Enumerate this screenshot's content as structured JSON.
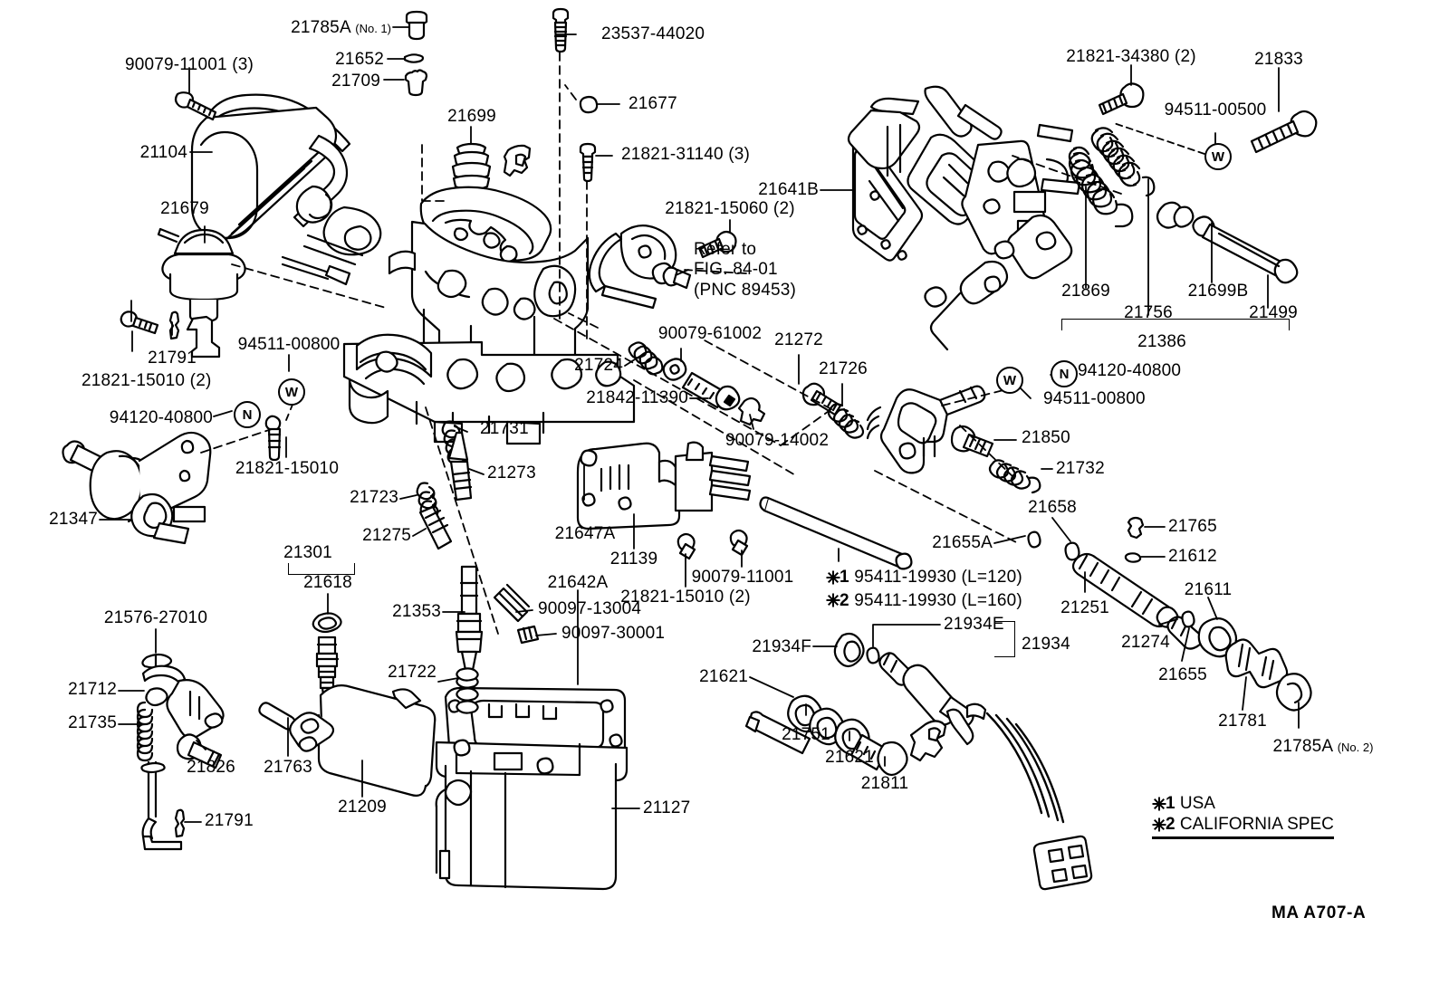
{
  "sheet": {
    "code": "MA  A707-A",
    "legend": [
      {
        "mark": "1",
        "text": "USA"
      },
      {
        "mark": "2",
        "text": "CALIFORNIA  SPEC"
      }
    ]
  },
  "notes": {
    "refer_line1": "Refer to",
    "refer_line2": "FIG. 84-01",
    "refer_line3": "(PNC 89453)",
    "hose_note_1_mark": "1",
    "hose_note_1": "95411-19930  (L=120)",
    "hose_note_2_mark": "2",
    "hose_note_2": "95411-19930  (L=160)"
  },
  "marks": {
    "w": "W",
    "n": "N"
  },
  "callouts": [
    {
      "id": "c21785A1",
      "text": "21785A",
      "suffix": "(No. 1)"
    },
    {
      "id": "c90079_11001_3",
      "text": "90079-11001 (3)"
    },
    {
      "id": "c21652",
      "text": "21652"
    },
    {
      "id": "c21709",
      "text": "21709"
    },
    {
      "id": "c23537_44020",
      "text": "23537-44020"
    },
    {
      "id": "c21677",
      "text": "21677"
    },
    {
      "id": "c21699",
      "text": "21699"
    },
    {
      "id": "c21821_31140_3",
      "text": "21821-31140 (3)"
    },
    {
      "id": "c21104",
      "text": "21104"
    },
    {
      "id": "c21679",
      "text": "21679"
    },
    {
      "id": "c21791a",
      "text": "21791"
    },
    {
      "id": "c21821_15010_2a",
      "text": "21821-15010 (2)"
    },
    {
      "id": "c94511_00800a",
      "text": "94511-00800"
    },
    {
      "id": "c94120_40800a",
      "text": "94120-40800"
    },
    {
      "id": "c21347",
      "text": "21347"
    },
    {
      "id": "c21821_15010b",
      "text": "21821-15010"
    },
    {
      "id": "c21641B",
      "text": "21641B"
    },
    {
      "id": "c21821_15060_2",
      "text": "21821-15060 (2)"
    },
    {
      "id": "c21821_34380_2",
      "text": "21821-34380 (2)"
    },
    {
      "id": "c21833",
      "text": "21833"
    },
    {
      "id": "c94511_00500",
      "text": "94511-00500"
    },
    {
      "id": "c21869",
      "text": "21869"
    },
    {
      "id": "c21756",
      "text": "21756"
    },
    {
      "id": "c21699B",
      "text": "21699B"
    },
    {
      "id": "c21499",
      "text": "21499"
    },
    {
      "id": "c21386",
      "text": "21386"
    },
    {
      "id": "c21724",
      "text": "21724"
    },
    {
      "id": "c21842_11390",
      "text": "21842-11390"
    },
    {
      "id": "c90079_61002",
      "text": "90079-61002"
    },
    {
      "id": "c90079_14002",
      "text": "90079-14002"
    },
    {
      "id": "c21272",
      "text": "21272"
    },
    {
      "id": "c21726",
      "text": "21726"
    },
    {
      "id": "c94120_40800b",
      "text": "94120-40800"
    },
    {
      "id": "c94511_00800b",
      "text": "94511-00800"
    },
    {
      "id": "c21850",
      "text": "21850"
    },
    {
      "id": "c21732",
      "text": "21732"
    },
    {
      "id": "c21731",
      "text": "21731"
    },
    {
      "id": "c21273",
      "text": "21273"
    },
    {
      "id": "c21723",
      "text": "21723"
    },
    {
      "id": "c21275",
      "text": "21275"
    },
    {
      "id": "c21647A",
      "text": "21647A"
    },
    {
      "id": "c21139",
      "text": "21139"
    },
    {
      "id": "c90079_11001b",
      "text": "90079-11001"
    },
    {
      "id": "c21821_15010_2b",
      "text": "21821-15010 (2)"
    },
    {
      "id": "c21301",
      "text": "21301"
    },
    {
      "id": "c21618",
      "text": "21618"
    },
    {
      "id": "c21353",
      "text": "21353"
    },
    {
      "id": "c90097_13004",
      "text": "90097-13004"
    },
    {
      "id": "c90097_30001",
      "text": "90097-30001"
    },
    {
      "id": "c21722",
      "text": "21722"
    },
    {
      "id": "c21642A",
      "text": "21642A"
    },
    {
      "id": "c21576_27010",
      "text": "21576-27010"
    },
    {
      "id": "c21712",
      "text": "21712"
    },
    {
      "id": "c21735",
      "text": "21735"
    },
    {
      "id": "c21826",
      "text": "21826"
    },
    {
      "id": "c21791b",
      "text": "21791"
    },
    {
      "id": "c21763",
      "text": "21763"
    },
    {
      "id": "c21209",
      "text": "21209"
    },
    {
      "id": "c21127",
      "text": "21127"
    },
    {
      "id": "c21658",
      "text": "21658"
    },
    {
      "id": "c21655A",
      "text": "21655A"
    },
    {
      "id": "c21765",
      "text": "21765"
    },
    {
      "id": "c21612",
      "text": "21612"
    },
    {
      "id": "c21251",
      "text": "21251"
    },
    {
      "id": "c21274",
      "text": "21274"
    },
    {
      "id": "c21655",
      "text": "21655"
    },
    {
      "id": "c21611",
      "text": "21611"
    },
    {
      "id": "c21781",
      "text": "21781"
    },
    {
      "id": "c21785A2",
      "text": "21785A",
      "suffix": "(No. 2)"
    },
    {
      "id": "c21934E",
      "text": "21934E"
    },
    {
      "id": "c21934",
      "text": "21934"
    },
    {
      "id": "c21934F",
      "text": "21934F"
    },
    {
      "id": "c21621a",
      "text": "21621"
    },
    {
      "id": "c21751",
      "text": "21751"
    },
    {
      "id": "c21621b",
      "text": "21621"
    },
    {
      "id": "c21811",
      "text": "21811"
    }
  ]
}
